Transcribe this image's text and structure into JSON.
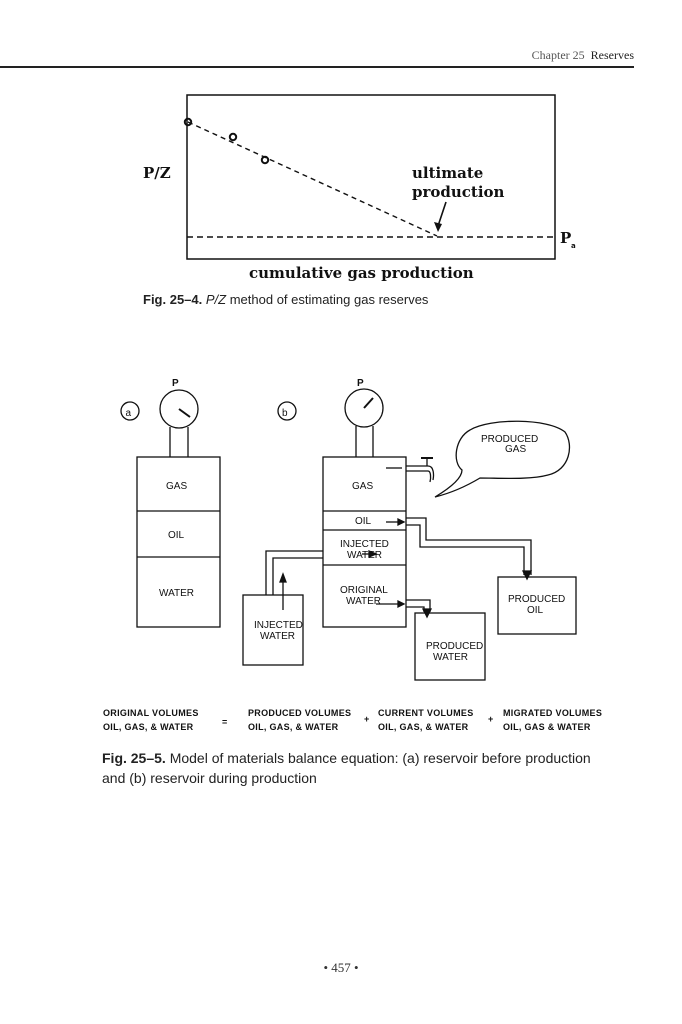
{
  "running_head": {
    "chapter": "Chapter 25",
    "title": "Reserves"
  },
  "fig1": {
    "ylabel": "P/Z",
    "annotation_line1": "ultimate",
    "annotation_line2": "production",
    "pa_label": "P",
    "pa_sub": "a",
    "xlabel": "cumulative gas production",
    "caption_num": "Fig. 25–4.",
    "caption_italic": "P/Z",
    "caption_text": " method of estimating gas reserves"
  },
  "fig2": {
    "label_a": "a",
    "label_b": "b",
    "gauge_label": "P",
    "tank_a": {
      "gas": "GAS",
      "oil": "OIL",
      "water": "WATER"
    },
    "tank_b": {
      "gas": "GAS",
      "oil": "OIL",
      "injected_1": "INJECTED",
      "injected_2": "WATER",
      "original_1": "ORIGINAL",
      "original_2": "WATER"
    },
    "produced_gas_1": "PRODUCED",
    "produced_gas_2": "GAS",
    "produced_oil_1": "PRODUCED",
    "produced_oil_2": "OIL",
    "produced_water_1": "PRODUCED",
    "produced_water_2": "WATER",
    "injected_box_1": "INJECTED",
    "injected_box_2": "WATER",
    "equation": [
      {
        "line1": "ORIGINAL VOLUMES",
        "line2": "OIL, GAS, & WATER"
      },
      {
        "line1": "PRODUCED VOLUMES",
        "line2": "OIL, GAS, & WATER"
      },
      {
        "line1": "CURRENT VOLUMES",
        "line2": "OIL, GAS, & WATER"
      },
      {
        "line1": "MIGRATED VOLUMES",
        "line2": "OIL, GAS & WATER"
      }
    ],
    "eq_ops": [
      "=",
      "+",
      "+"
    ],
    "caption_num": "Fig. 25–5.",
    "caption_text": " Model of materials balance equation: (a) reservoir before production and (b) reservoir during production"
  },
  "page_number": "• 457 •"
}
